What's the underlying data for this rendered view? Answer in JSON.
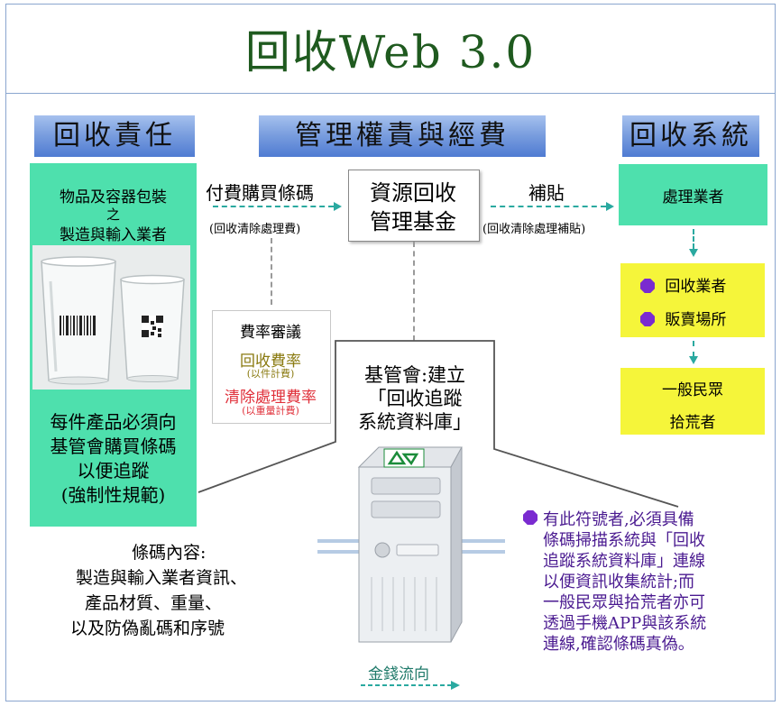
{
  "title": "回收Web 3.0",
  "headers": {
    "left": "回收責任",
    "center": "管理權責與經費",
    "right": "回收系統"
  },
  "left_panel": {
    "top_text": [
      "物品及容器包裝",
      "之",
      "製造與輸入業者"
    ],
    "bottom_text": [
      "每件產品必須向",
      "基管會購買條碼",
      "以便追蹤",
      "(強制性規範)"
    ]
  },
  "flow_left": {
    "label": "付費購買條碼",
    "sub": "(回收清除處理費)"
  },
  "fund_box": [
    "資源回收",
    "管理基金"
  ],
  "flow_right": {
    "label": "補貼",
    "sub": "(回收清除處理補貼)"
  },
  "rate_box": {
    "title": "費率審議",
    "item1": "回收費率",
    "item1_sub": "(以件計費)",
    "item2": "清除處理費率",
    "item2_sub": "(以重量計費)"
  },
  "right_panel": {
    "processor": "處理業者",
    "recycler": "回收業者",
    "seller": "販賣場所",
    "public": "一般民眾",
    "scavenger": "拾荒者"
  },
  "database": [
    "基管會:建立",
    "「回收追蹤",
    "系統資料庫」"
  ],
  "barcode_content": [
    "條碼內容:",
    "製造與輸入業者資訊、",
    "產品材質、重量、",
    "以及防偽亂碼和序號"
  ],
  "note": [
    "有此符號者,必須具備",
    "條碼掃描系統與「回收",
    "追蹤系統資料庫」連線",
    "以便資訊收集統計;而",
    "一般民眾與拾荒者亦可",
    "透過手機APP與該系統",
    "連線,確認條碼真偽。"
  ],
  "legend": "金錢流向",
  "colors": {
    "title": "#1f5a1f",
    "mint": "#4ee0ad",
    "yellow": "#f5f53a",
    "header_blue": "#6a90da",
    "arrow_teal": "#2aa9a0",
    "purple": "#7a2bd0",
    "rate_item1": "#8a7a10",
    "rate_item2": "#e0303a"
  }
}
